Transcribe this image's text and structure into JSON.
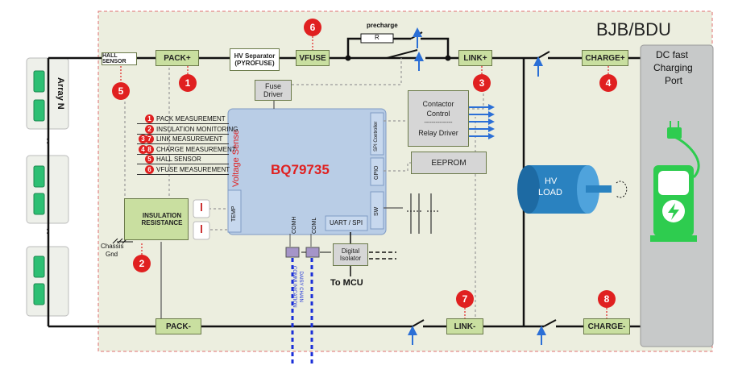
{
  "title": "BJB/BDU",
  "chip": {
    "name": "BQ79735",
    "voltage_sense": "Voltage Sense",
    "spi": "SPI Controller",
    "gpio": "GPIO",
    "temp": "TEMP",
    "sw": "SW",
    "uart": "UART / SPI",
    "comh": "COMH",
    "coml": "COML"
  },
  "components": {
    "hall_sensor": "HALL SENSOR",
    "pack_plus": "PACK+",
    "hv_separator_1": "HV Separator",
    "hv_separator_2": "(PYROFUSE)",
    "vfuse": "VFUSE",
    "precharge": "precharge",
    "resistor": "R",
    "link_plus": "LINK+",
    "charge_plus": "CHARGE+",
    "fuse_driver_1": "Fuse",
    "fuse_driver_2": "Driver",
    "contactor_1": "Contactor",
    "contactor_2": "Control",
    "contactor_dash": "---------------",
    "contactor_3": "Relay Driver",
    "eeprom": "EEPROM",
    "insulation_1": "INSULATION",
    "insulation_2": "RESISTANCE",
    "chassis_1": "Chassis",
    "chassis_2": "Gnd",
    "digital_isolator_1": "Digital",
    "digital_isolator_2": "Isolator",
    "to_mcu": "To MCU",
    "daisy_1": "DAISY CHAIN",
    "daisy_2": "COMMUNICATION",
    "pack_minus": "PACK-",
    "link_minus": "LINK-",
    "charge_minus": "CHARGE-",
    "hv_load_1": "HV",
    "hv_load_2": "LOAD",
    "dc_fast_1": "DC fast",
    "dc_fast_2": "Charging",
    "dc_fast_3": "Port",
    "array": "Array N",
    "dots": ":"
  },
  "measurements": [
    {
      "nums": [
        "1"
      ],
      "label": "PACK MEASUREMENT"
    },
    {
      "nums": [
        "2"
      ],
      "label": "INSULATION MONITORING"
    },
    {
      "nums": [
        "3",
        "7"
      ],
      "label": "LINK MEASUREMENT"
    },
    {
      "nums": [
        "4",
        "8"
      ],
      "label": "CHARGE MEASUREMENT"
    },
    {
      "nums": [
        "5"
      ],
      "label": "HALL SENSOR"
    },
    {
      "nums": [
        "6"
      ],
      "label": "VFUSE MEASUREMENT"
    }
  ],
  "badges": [
    "1",
    "2",
    "3",
    "4",
    "5",
    "6",
    "7",
    "8"
  ],
  "colors": {
    "panel": "#eceedf",
    "chip": "#b9cde6",
    "green": "#c9dfa0",
    "badge": "#e02020",
    "arrow": "#2b6fd6",
    "daisy": "#1a2fd8"
  }
}
